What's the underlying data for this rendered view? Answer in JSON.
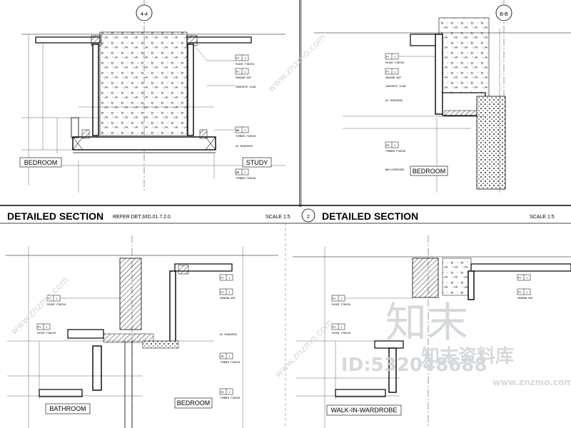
{
  "panels": {
    "p1": {
      "cut_label": "4-4",
      "room_left": "BEDROOM",
      "room_right": "STUDY",
      "title": "DETAILED SECTION",
      "refer": "REFER DET.3/ID.01.7.2.0",
      "scale": "SCALE 1:5"
    },
    "p2": {
      "cut_label": "B-B",
      "room": "BEDROOM",
      "number": "2",
      "title": "DETAILED SECTION",
      "scale": "SCALE 1:5"
    },
    "p3": {
      "room_left": "BATHROOM",
      "room_right": "BEDROOM"
    },
    "p4": {
      "room": "WALK-IN-WARDROBE"
    }
  },
  "tags": {
    "pt": "PT",
    "wd": "WD",
    "fd": "FD",
    "one": "1"
  },
  "notes": {
    "paint_finish": "PAINT FINISH",
    "shadow_gap": "SHADOW GAP",
    "concrete_slab": "CONCRETE SLAB",
    "timber_finish": "TIMBER FINISH",
    "as_required": "AS REQUIRED",
    "wall_covering": "WALLCOVERING"
  },
  "watermark": {
    "cn_big": "知末",
    "cn_sub": "知末资料库",
    "id": "ID:532048688",
    "url": "www.znzmo.com",
    "diag": "www.znzmo.com"
  }
}
